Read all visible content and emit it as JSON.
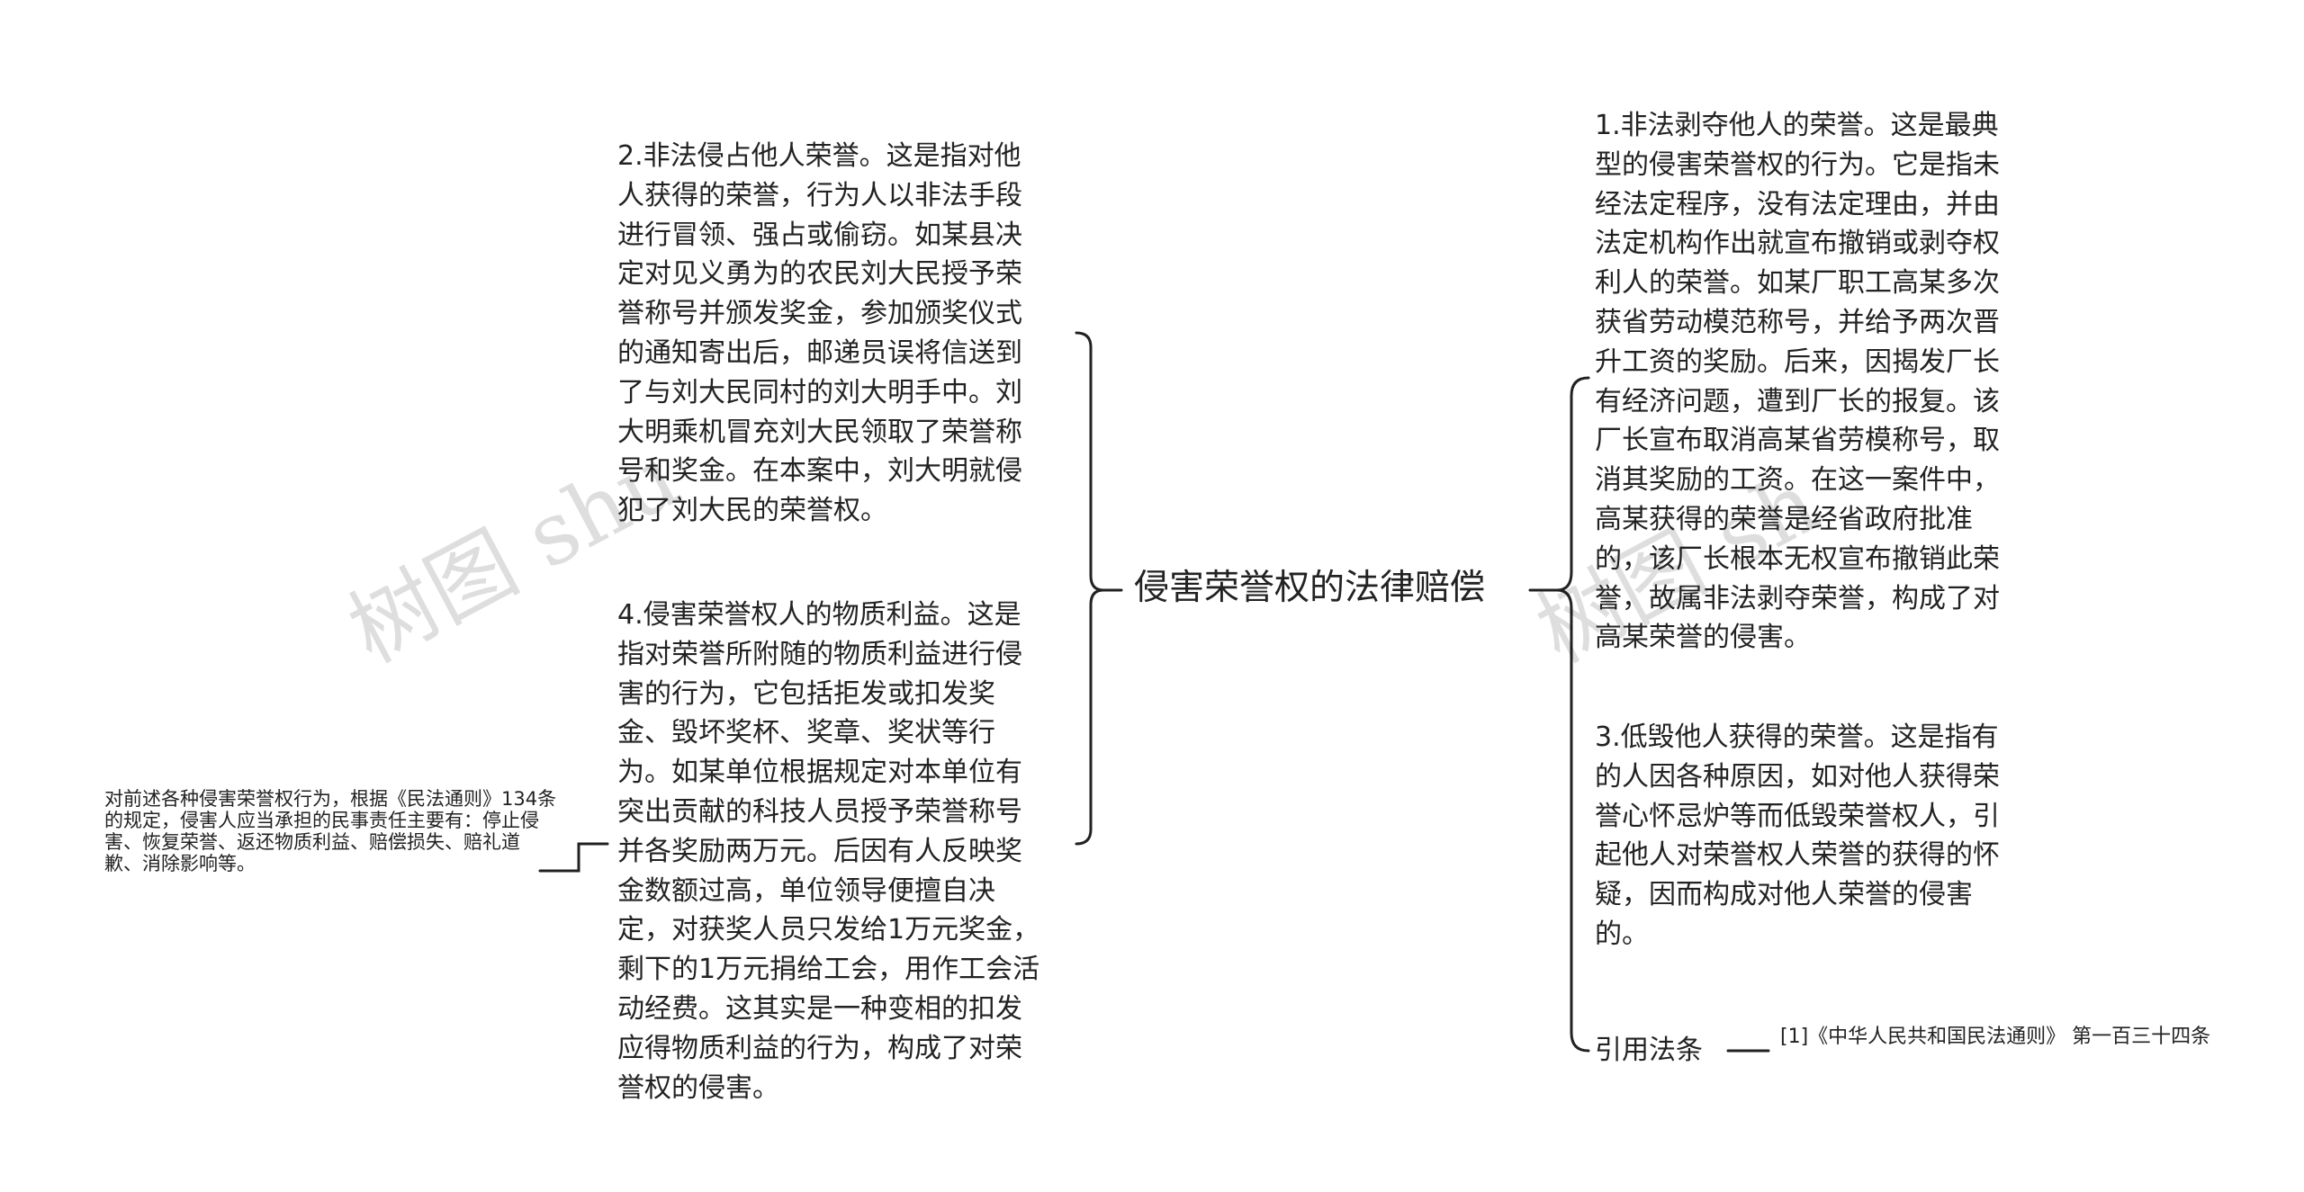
{
  "watermark": {
    "left_text": "树图 shu",
    "right_text": "树图 sh"
  },
  "mindmap": {
    "center": "侵害荣誉权的法律赔偿",
    "left_nodes": [
      "2.非法侵占他人荣誉。这是指对他人获得的荣誉，行为人以非法手段进行冒领、强占或偷窃。如某县决定对见义勇为的农民刘大民授予荣誉称号并颁发奖金，参加颁奖仪式的通知寄出后，邮递员误将信送到了与刘大民同村的刘大明手中。刘大明乘机冒充刘大民领取了荣誉称号和奖金。在本案中，刘大明就侵犯了刘大民的荣誉权。",
      "4.侵害荣誉权人的物质利益。这是指对荣誉所附随的物质利益进行侵害的行为，它包括拒发或扣发奖金、毁坏奖杯、奖章、奖状等行为。如某单位根据规定对本单位有突出贡献的科技人员授予荣誉称号并各奖励两万元。后因有人反映奖金数额过高，单位领导便擅自决定，对获奖人员只发给1万元奖金，剩下的1万元捐给工会，用作工会活动经费。这其实是一种变相的扣发应得物质利益的行为，构成了对荣誉权的侵害。"
    ],
    "left_sub_node": "对前述各种侵害荣誉权行为，根据《民法通则》134条的规定，侵害人应当承担的民事责任主要有：停止侵害、恢复荣誉、返还物质利益、赔偿损失、赔礼道歉、消除影响等。",
    "right_nodes": [
      "1.非法剥夺他人的荣誉。这是最典型的侵害荣誉权的行为。它是指未经法定程序，没有法定理由，并由法定机构作出就宣布撤销或剥夺权利人的荣誉。如某厂职工高某多次获省劳动模范称号，并给予两次晋升工资的奖励。后来，因揭发厂长有经济问题，遭到厂长的报复。该厂长宣布取消高某省劳模称号，取消其奖励的工资。在这一案件中，高某获得的荣誉是经省政府批准的，该厂长根本无权宣布撤销此荣誉，故属非法剥夺荣誉，构成了对高某荣誉的侵害。",
      "3.低毁他人获得的荣誉。这是指有的人因各种原因，如对他人获得荣誉心怀忌炉等而低毁荣誉权人，引起他人对荣誉权人荣誉的获得的怀疑，因而构成对他人荣誉的侵害的。"
    ],
    "ref_label": "引用法条",
    "ref_citation": "[1]《中华人民共和国民法通则》 第一百三十四条"
  },
  "colors": {
    "line": "#222222",
    "text": "#222222",
    "background": "#ffffff"
  }
}
